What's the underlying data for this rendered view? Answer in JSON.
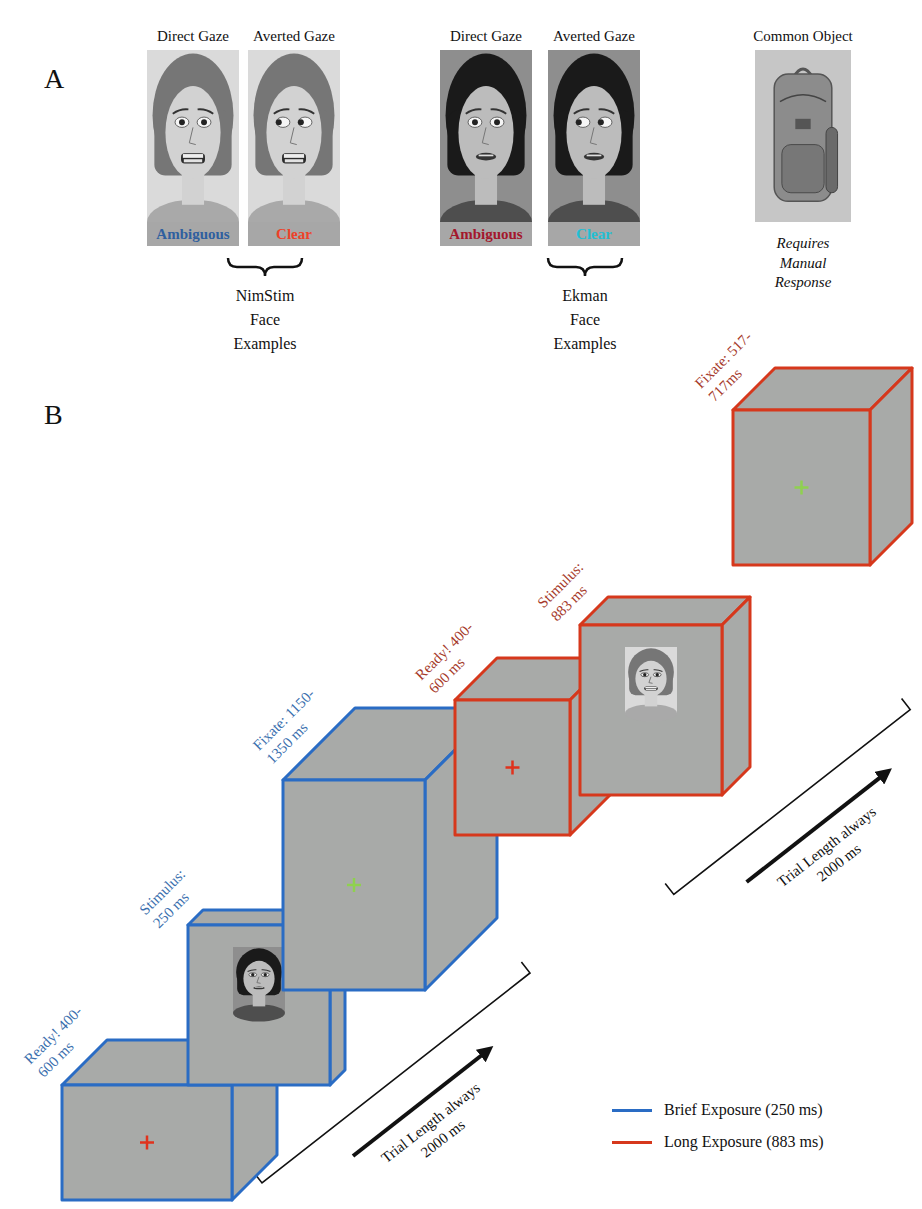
{
  "diagram": {
    "nodes": [
      {
        "text": [
          "Direct Gaze",
          "Ambiguous"
        ]
      },
      {
        "text": [
          "Averted Gaze",
          "Clear"
        ]
      },
      {
        "text": [
          "Direct Gaze",
          "Ambiguous"
        ]
      },
      {
        "text": [
          "Averted Gaze",
          "Clear"
        ]
      },
      {
        "text": [
          "Common Object",
          "Requires Manual Response"
        ]
      },
      {
        "text": [
          "Ready! 400-600 ms"
        ]
      },
      {
        "text": [
          "Stimulus: 250 ms"
        ]
      },
      {
        "text": [
          "Fixate: 1150-1350 ms"
        ]
      },
      {
        "text": [
          "Ready! 400-600 ms"
        ]
      },
      {
        "text": [
          "Stimulus: 883 ms"
        ]
      },
      {
        "text": [
          "Fixate: 517-717ms"
        ]
      }
    ],
    "labels": [
      "A",
      "NimStim Face Examples",
      "Ekman Face Examples",
      "B",
      "Trial Length always 2000 ms",
      "Trial Length always 2000 ms"
    ],
    "legend": [
      {
        "text": "Brief Exposure (250 ms)"
      },
      {
        "text": "Long Exposure (883 ms)"
      }
    ]
  }
}
